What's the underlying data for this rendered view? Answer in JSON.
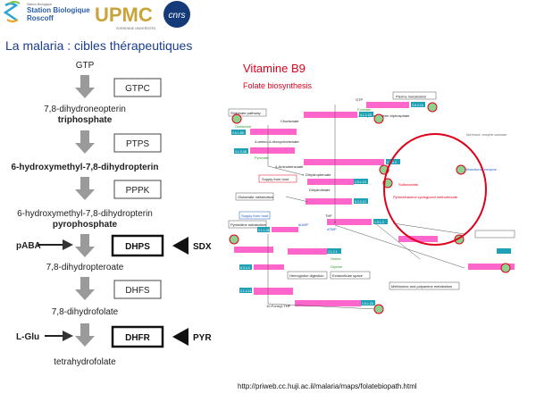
{
  "header": {
    "logo1_small": "Station Biologique",
    "logo1_line1": "Station Biologique",
    "logo1_line2": "Roscoff",
    "logo2_main": "UPMC",
    "logo2_sub": "SORBONNE UNIVERSITÉS",
    "logo3": "cnrs"
  },
  "slide_title": "La malaria : cibles thérapeutiques",
  "pathway": {
    "start": "GTP",
    "compounds": [
      "7,8-dihydroneopterin",
      "triphosphate",
      "6-hydroxymethyl-7,8-dihydropterin",
      "6-hydroxymethyl-7,8-dihydropterin",
      "pyrophosphate",
      "7,8-dihydropteroate",
      "7,8-dihydrofolate",
      "tetrahydrofolate"
    ],
    "enzymes": [
      "GTPC",
      "PTPS",
      "PPPK",
      "DHPS",
      "DHFS",
      "DHFR"
    ],
    "inputs": {
      "paba": "pABA",
      "lglu": "L-Glu"
    },
    "inhibitors": {
      "sdx": "SDX",
      "pyr": "PYR"
    }
  },
  "right_panel": {
    "title": "Vitamine B9",
    "subtitle": "Folate biosynthesis",
    "labels": {
      "pterine": "Pterine metabolism",
      "gtp": "GTP",
      "formate": "Formate",
      "dhn_tp": "7,8-Dihydroneopterin triphosphate",
      "shikimate": "Shikimate pathway",
      "chorismate": "Chorismate",
      "glutamine": "Glutamine",
      "aminodeoxy": "4-amino-4-deoxychorismate",
      "pyruvate": "Pyruvate",
      "aminobenzoate": "4-Aminobenzoate",
      "supply": "Supply from host",
      "folate_metab": "Glutamate metabolism",
      "dihydropteroate": "Dihydropteroate",
      "dihydrofolate": "Dihydrofolate",
      "sulfonamide": "Sulfonamide",
      "pyrimethamine": "Pyrimethamine cycloguanil methotrexate",
      "bifunctional": "Bifunctional enzyme",
      "thf": "THF",
      "dtmp": "dTMP",
      "dump": "dUMP",
      "pyrimidine": "Pyrimidine metabolism",
      "methionine": "Methionine and polyamine metabolism",
      "hemoglobin": "Hemoglobin digestion",
      "ext_space": "Extracellular space",
      "serine": "Serine",
      "glycine": "Glycine",
      "formyl": "10-Formyl-THF",
      "note": "Not found / enzyme unknown",
      "ec_1": "3.5.4.16",
      "ec_2": "4.1.2.25",
      "ec_3": "2.7.6.3",
      "ec_4": "2.5.1.15",
      "ec_5": "6.3.2.12",
      "ec_6": "1.5.1.3",
      "ec_7": "2.1.1.45",
      "ec_8": "2.6.1.85",
      "ec_9": "4.1.3.38",
      "ec_10": "2.1.2.1",
      "ec_11": "6.3.4.3",
      "ec_12": "2.1.2.11",
      "ec_13": "1.5.1.20"
    },
    "url": "http://priweb.cc.huji.ac.il/malaria/maps/folatebiopath.html"
  },
  "colors": {
    "title_blue": "#1a3d8f",
    "arrow_gray": "#9a9a9a",
    "red": "#e0001b",
    "magenta": "#ff66cc",
    "cyan_box": "#1fa0b4",
    "green_text": "#2f9e2f"
  }
}
